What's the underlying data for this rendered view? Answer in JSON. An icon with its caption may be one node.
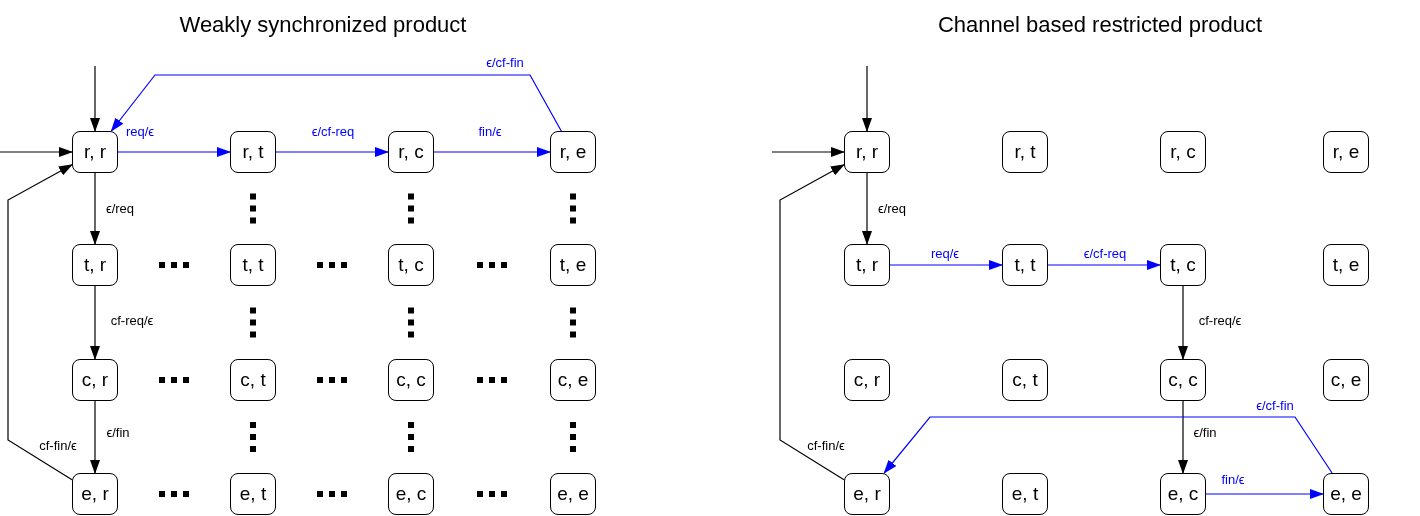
{
  "diagram": {
    "nodes": [
      {
        "text": [
          "r, r"
        ]
      },
      {
        "text": [
          "r, t"
        ]
      },
      {
        "text": [
          "r, c"
        ]
      },
      {
        "text": [
          "r, e"
        ]
      },
      {
        "text": [
          "t, r"
        ]
      },
      {
        "text": [
          "t, t"
        ]
      },
      {
        "text": [
          "t, c"
        ]
      },
      {
        "text": [
          "t, e"
        ]
      },
      {
        "text": [
          "c, r"
        ]
      },
      {
        "text": [
          "c, t"
        ]
      },
      {
        "text": [
          "c, c"
        ]
      },
      {
        "text": [
          "c, e"
        ]
      },
      {
        "text": [
          "e, r"
        ]
      },
      {
        "text": [
          "e, t"
        ]
      },
      {
        "text": [
          "e, c"
        ]
      },
      {
        "text": [
          "e, e"
        ]
      },
      {
        "text": [
          "r, r"
        ]
      },
      {
        "text": [
          "r, t"
        ]
      },
      {
        "text": [
          "r, c"
        ]
      },
      {
        "text": [
          "r, e"
        ]
      },
      {
        "text": [
          "t, r"
        ]
      },
      {
        "text": [
          "t, t"
        ]
      },
      {
        "text": [
          "t, c"
        ]
      },
      {
        "text": [
          "t, e"
        ]
      },
      {
        "text": [
          "c, r"
        ]
      },
      {
        "text": [
          "c, t"
        ]
      },
      {
        "text": [
          "c, c"
        ]
      },
      {
        "text": [
          "c, e"
        ]
      },
      {
        "text": [
          "e, r"
        ]
      },
      {
        "text": [
          "e, t"
        ]
      },
      {
        "text": [
          "e, c"
        ]
      },
      {
        "text": [
          "e, e"
        ]
      }
    ],
    "edges": [
      {
        "from": null,
        "to": 0,
        "arrow": "to"
      },
      {
        "from": null,
        "to": 0,
        "arrow": "to"
      },
      {
        "from": 0,
        "to": 1,
        "arrow": "to",
        "label": "req/ϵ",
        "color": "#0000ff"
      },
      {
        "from": 1,
        "to": 2,
        "arrow": "to",
        "label": "ϵ/cf-req",
        "color": "#0000ff"
      },
      {
        "from": 2,
        "to": 3,
        "arrow": "to",
        "label": "fin/ϵ",
        "color": "#0000ff"
      },
      {
        "from": 3,
        "to": 0,
        "arrow": "to",
        "label": "ϵ/cf-fin",
        "color": "#0000ff"
      },
      {
        "from": 0,
        "to": 4,
        "arrow": "to",
        "label": "ϵ/req"
      },
      {
        "from": 4,
        "to": 8,
        "arrow": "to",
        "label": "cf-req/ϵ"
      },
      {
        "from": 8,
        "to": 12,
        "arrow": "to",
        "label": "ϵ/fin"
      },
      {
        "from": 12,
        "to": 0,
        "arrow": "to",
        "label": "cf-fin/ϵ"
      },
      {
        "from": null,
        "to": 16,
        "arrow": "to"
      },
      {
        "from": null,
        "to": 16,
        "arrow": "to"
      },
      {
        "from": 16,
        "to": 20,
        "arrow": "to",
        "label": "ϵ/req"
      },
      {
        "from": 20,
        "to": 21,
        "arrow": "to",
        "label": "req/ϵ",
        "color": "#0000ff"
      },
      {
        "from": 21,
        "to": 22,
        "arrow": "to",
        "label": "ϵ/cf-req",
        "color": "#0000ff"
      },
      {
        "from": 22,
        "to": 26,
        "arrow": "to",
        "label": "cf-req/ϵ"
      },
      {
        "from": 26,
        "to": 30,
        "arrow": "to",
        "label": "ϵ/fin"
      },
      {
        "from": 30,
        "to": 31,
        "arrow": "to",
        "label": "fin/ϵ",
        "color": "#0000ff"
      },
      {
        "from": 31,
        "to": 28,
        "arrow": "to",
        "label": "ϵ/cf-fin",
        "color": "#0000ff"
      },
      {
        "from": 28,
        "to": 16,
        "arrow": "to",
        "label": "cf-fin/ϵ"
      }
    ],
    "labels": [
      "Weakly synchronized product",
      "Channel based restricted product"
    ]
  }
}
